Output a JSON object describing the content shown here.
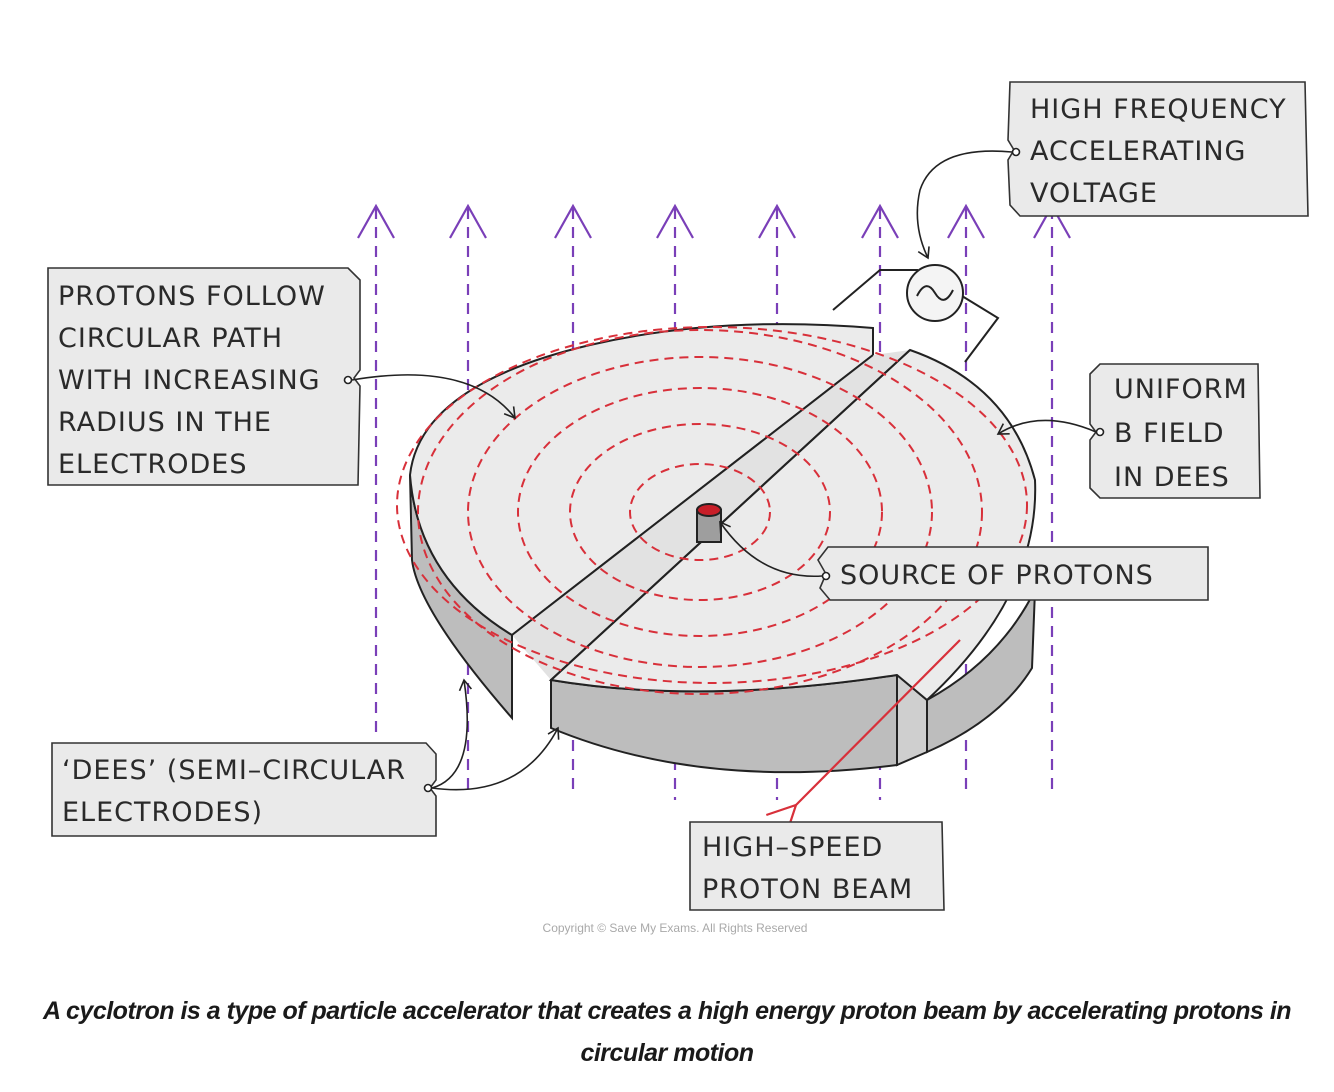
{
  "labels": {
    "hf_voltage": [
      "HIGH FREQUENCY",
      "ACCELERATING",
      "VOLTAGE"
    ],
    "protons_path": [
      "PROTONS FOLLOW",
      "CIRCULAR PATH",
      "WITH INCREASING",
      "RADIUS IN THE",
      "ELECTRODES"
    ],
    "b_field": [
      "UNIFORM",
      "B FIELD",
      "IN DEES"
    ],
    "source": [
      "SOURCE OF PROTONS"
    ],
    "dees": [
      "‘DEES’ (SEMI–CIRCULAR",
      "ELECTRODES)"
    ],
    "beam": [
      "HIGH–SPEED",
      "PROTON BEAM"
    ]
  },
  "copyright": "Copyright © Save My Exams. All Rights Reserved",
  "caption": "A cyclotron is a type of particle accelerator that creates a high energy proton beam by accelerating protons in circular motion",
  "colors": {
    "field_lines": "#7a3fb8",
    "proton_path": "#d8303a",
    "beam": "#d8303a",
    "dee_top": "#ebebeb",
    "dee_side": "#bdbdbd",
    "label_box": "#eaeaea",
    "source": "#c81e28"
  }
}
